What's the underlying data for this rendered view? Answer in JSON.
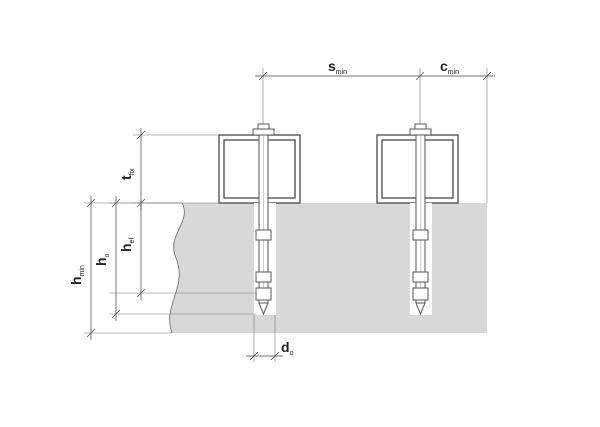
{
  "colors": {
    "concrete": "#d8d8d8",
    "line": "#555555",
    "background": "#ffffff"
  },
  "labels": {
    "s": {
      "main": "s",
      "sub": "min"
    },
    "c": {
      "main": "c",
      "sub": "min"
    },
    "t": {
      "main": "t",
      "sub": "fix"
    },
    "hmin": {
      "main": "h",
      "sub": "min"
    },
    "ho": {
      "main": "h",
      "sub": "o"
    },
    "hef": {
      "main": "h",
      "sub": "ef"
    },
    "d": {
      "main": "d",
      "sub": "o"
    }
  }
}
